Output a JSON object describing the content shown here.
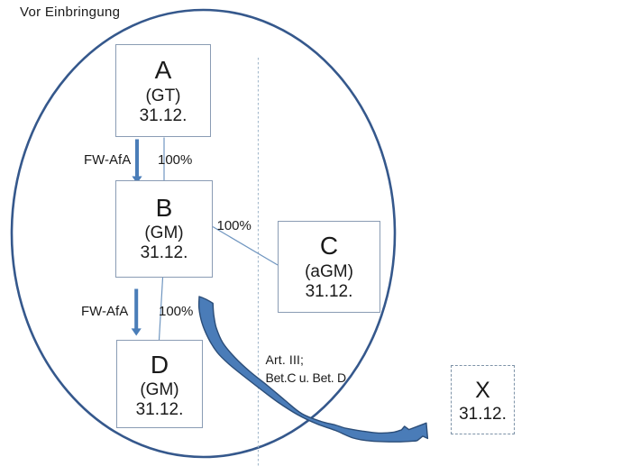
{
  "title": "Vor Einbringung",
  "colors": {
    "ellipse_stroke": "#35588c",
    "box_border": "#8a9cb4",
    "x_box_border": "#7e93a8",
    "connector": "#7096c0",
    "dashed_guide": "#a8bcce",
    "arrow_fill": "#4a7db8",
    "swoosh_fill": "#4a7cb8",
    "swoosh_stroke": "#2b4d78",
    "text": "#1a1a1a"
  },
  "boxes": {
    "a": {
      "letter": "A",
      "subtitle": "(GT)",
      "date": "31.12."
    },
    "b": {
      "letter": "B",
      "subtitle": "(GM)",
      "date": "31.12."
    },
    "c": {
      "letter": "C",
      "subtitle": "(aGM)",
      "date": "31.12."
    },
    "d": {
      "letter": "D",
      "subtitle": "(GM)",
      "date": "31.12."
    },
    "x": {
      "letter": "X",
      "date": "31.12."
    }
  },
  "edge_labels": {
    "ab_left": "FW-AfA",
    "ab_right": "100%",
    "bc": "100%",
    "bd_left": "FW-AfA",
    "bd_right": "100%"
  },
  "annotation": {
    "line1": "Art. III;",
    "line2": "Bet.C u. Bet. D"
  }
}
